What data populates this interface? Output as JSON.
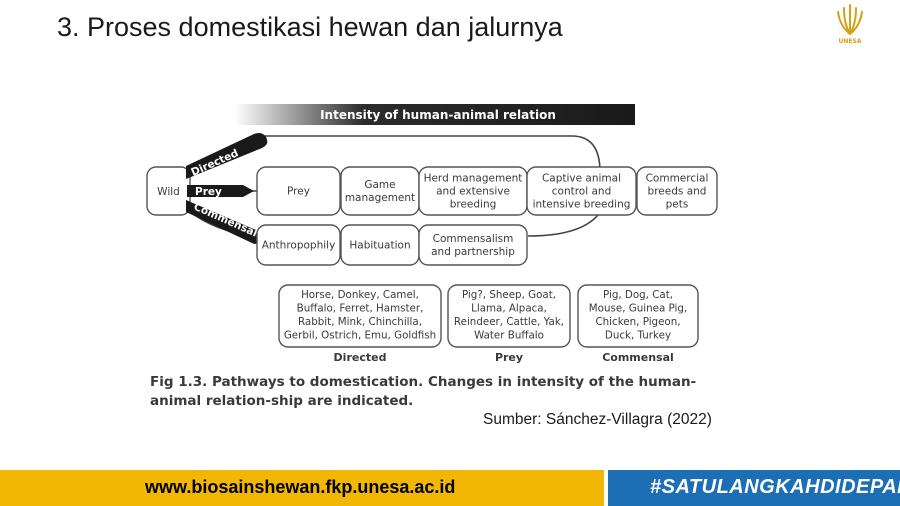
{
  "slide": {
    "title": "3. Proses domestikasi hewan dan jalurnya",
    "logo_text": "UNESA",
    "source": "Sumber: Sánchez-Villagra (2022)"
  },
  "diagram": {
    "banner": "Intensity of human-animal relation",
    "start_node": "Wild",
    "pathways": [
      "Directed",
      "Prey",
      "Commensal"
    ],
    "prey_row": [
      "Prey",
      "Game\nmanagement",
      "Herd management\nand extensive\nbreeding",
      "Captive animal\ncontrol and\nintensive breeding",
      "Commercial\nbreeds and\npets"
    ],
    "commensal_row": [
      "Anthropophily",
      "Habituation",
      "Commensalism\nand partnership"
    ],
    "groups": [
      {
        "label": "Directed",
        "animals": [
          "Horse, Donkey, Camel,",
          "Buffalo, Ferret, Hamster,",
          "Rabbit, Mink, Chinchilla,",
          "Gerbil, Ostrich, Emu, Goldfish"
        ]
      },
      {
        "label": "Prey",
        "animals": [
          "Pig?, Sheep, Goat,",
          "Llama, Alpaca,",
          "Reindeer, Cattle, Yak,",
          "Water Buffalo"
        ]
      },
      {
        "label": "Commensal",
        "animals": [
          "Pig, Dog, Cat,",
          "Mouse, Guinea Pig,",
          "Chicken, Pigeon,",
          "Duck, Turkey"
        ]
      }
    ],
    "caption": "Fig 1.3. Pathways to domestication. Changes in intensity of the human-animal relation-ship are indicated."
  },
  "footer": {
    "url": "www.biosainshewan.fkp.unesa.ac.id",
    "tagline": "#SATULANGKAHDIDEPAN"
  },
  "colors": {
    "accent_yellow": "#f2b705",
    "accent_blue": "#1d6fb5",
    "dark": "#1a1a1a",
    "logo_gold": "#d4a017"
  }
}
